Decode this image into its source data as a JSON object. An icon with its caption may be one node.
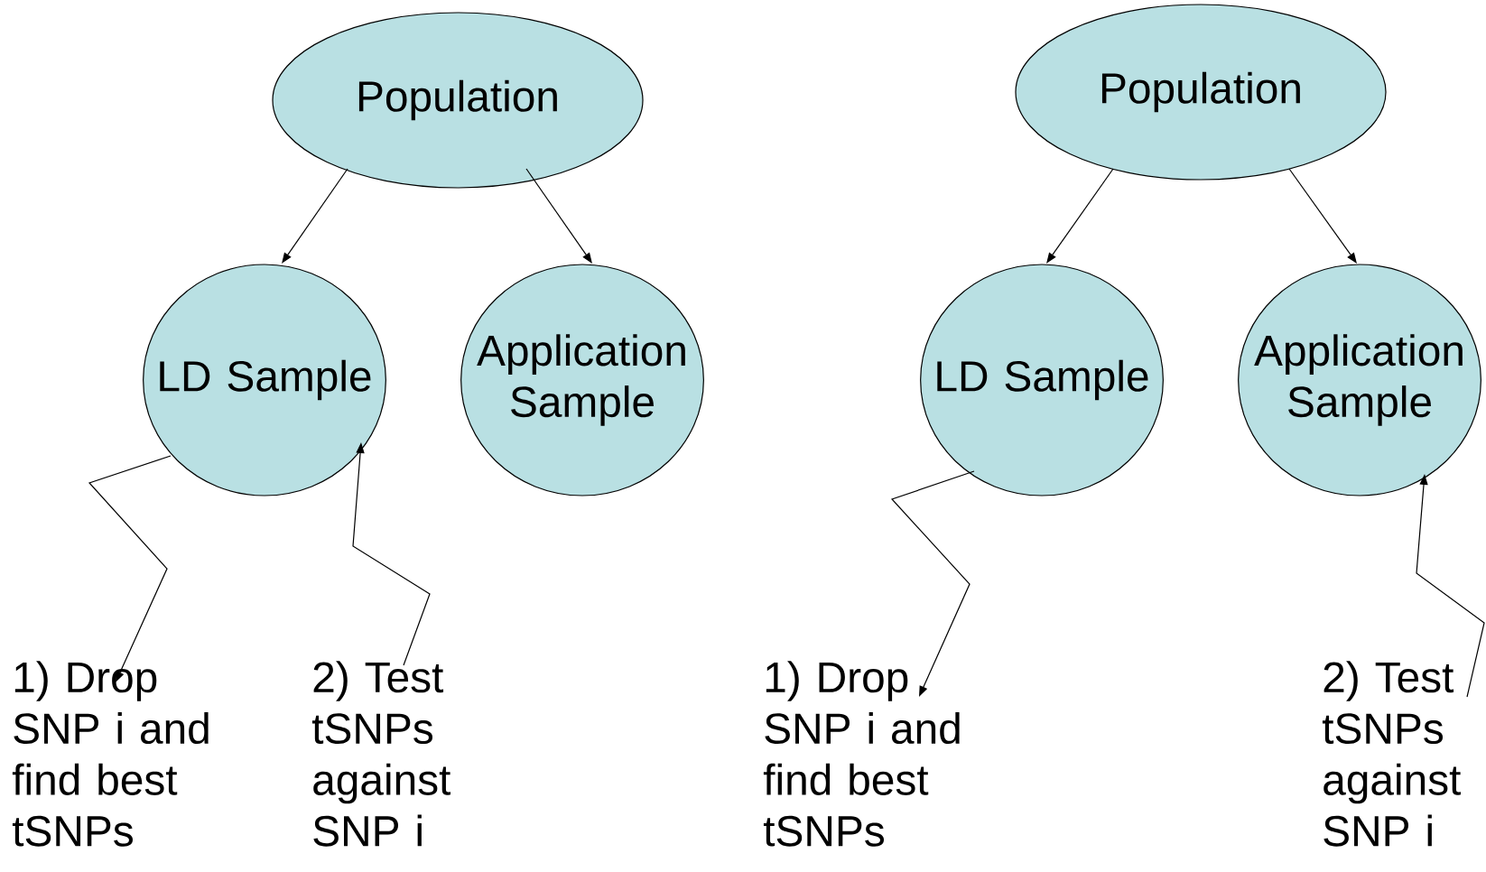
{
  "diagram": {
    "nodes": [
      {
        "text": [
          "Population"
        ]
      },
      {
        "text": [
          "LD Sample"
        ]
      },
      {
        "text": [
          "Application Sample"
        ]
      },
      {
        "text": [
          "1) Drop SNP i and find best tSNPs"
        ]
      },
      {
        "text": [
          "2) Test tSNPs against SNP i"
        ]
      },
      {
        "text": [
          "Population"
        ]
      },
      {
        "text": [
          "LD Sample"
        ]
      },
      {
        "text": [
          "Application Sample"
        ]
      },
      {
        "text": [
          "1) Drop SNP i and find best tSNPs"
        ]
      },
      {
        "text": [
          "2) Test tSNPs against SNP i"
        ]
      }
    ],
    "edges": [
      {
        "from": 0,
        "to": 1,
        "arrow": "to"
      },
      {
        "from": 0,
        "to": 2,
        "arrow": "to"
      },
      {
        "from": 1,
        "to": 3,
        "arrow": "to"
      },
      {
        "from": 4,
        "to": 1,
        "arrow": "to"
      },
      {
        "from": 5,
        "to": 6,
        "arrow": "to"
      },
      {
        "from": 5,
        "to": 7,
        "arrow": "to"
      },
      {
        "from": 6,
        "to": 8,
        "arrow": "to"
      },
      {
        "from": 9,
        "to": 7,
        "arrow": "to"
      }
    ]
  }
}
